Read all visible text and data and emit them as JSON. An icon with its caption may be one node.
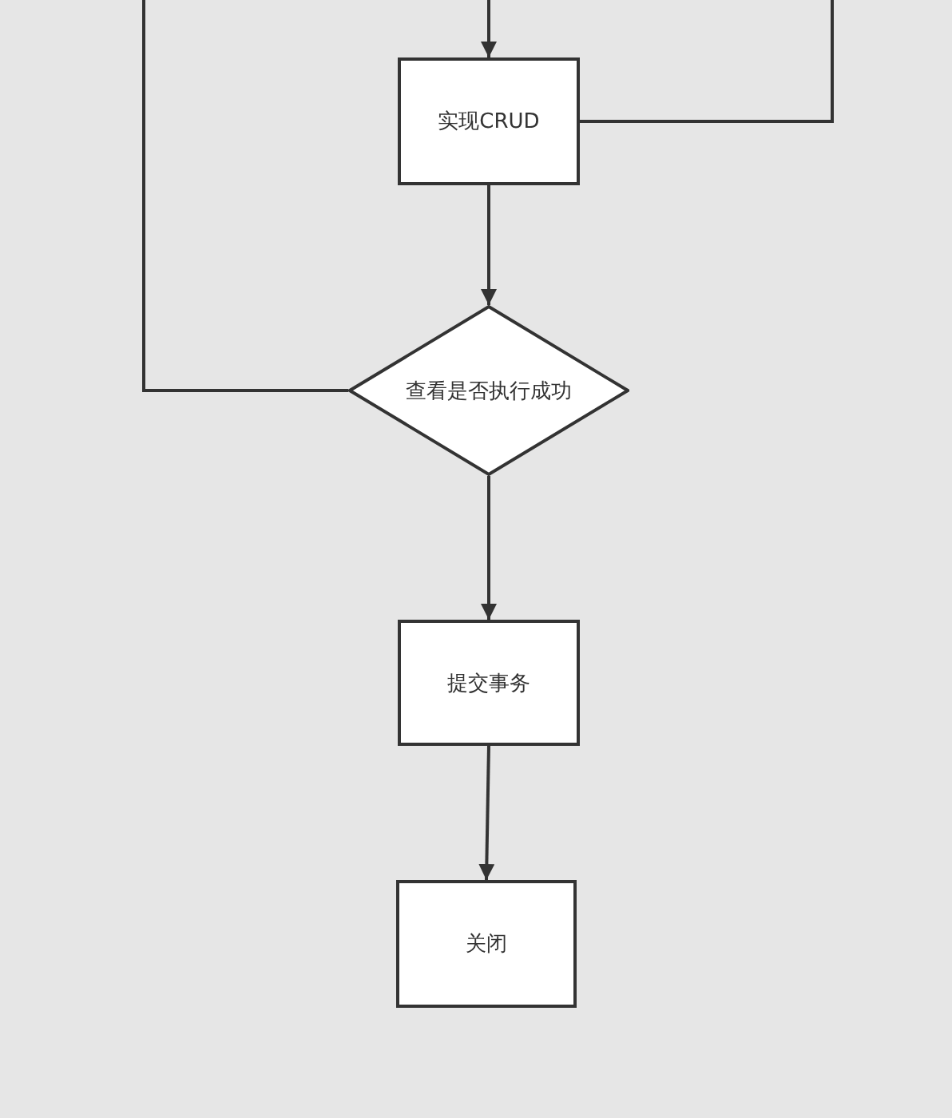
{
  "diagram": {
    "nodes": [
      {
        "text": [
          "实现CRUD"
        ]
      },
      {
        "text": [
          "查看是否执行成功"
        ]
      },
      {
        "text": [
          "提交事务"
        ]
      },
      {
        "text": [
          "关闭"
        ]
      }
    ],
    "edges": [
      {
        "from": null,
        "to": 0,
        "arrow": "to"
      },
      {
        "from": 0,
        "to": 1,
        "arrow": "to"
      },
      {
        "from": 1,
        "to": null,
        "arrow": "none"
      },
      {
        "from": 0,
        "to": null,
        "arrow": "none"
      },
      {
        "from": 1,
        "to": 2,
        "arrow": "to"
      },
      {
        "from": 2,
        "to": 3,
        "arrow": "to"
      }
    ]
  }
}
